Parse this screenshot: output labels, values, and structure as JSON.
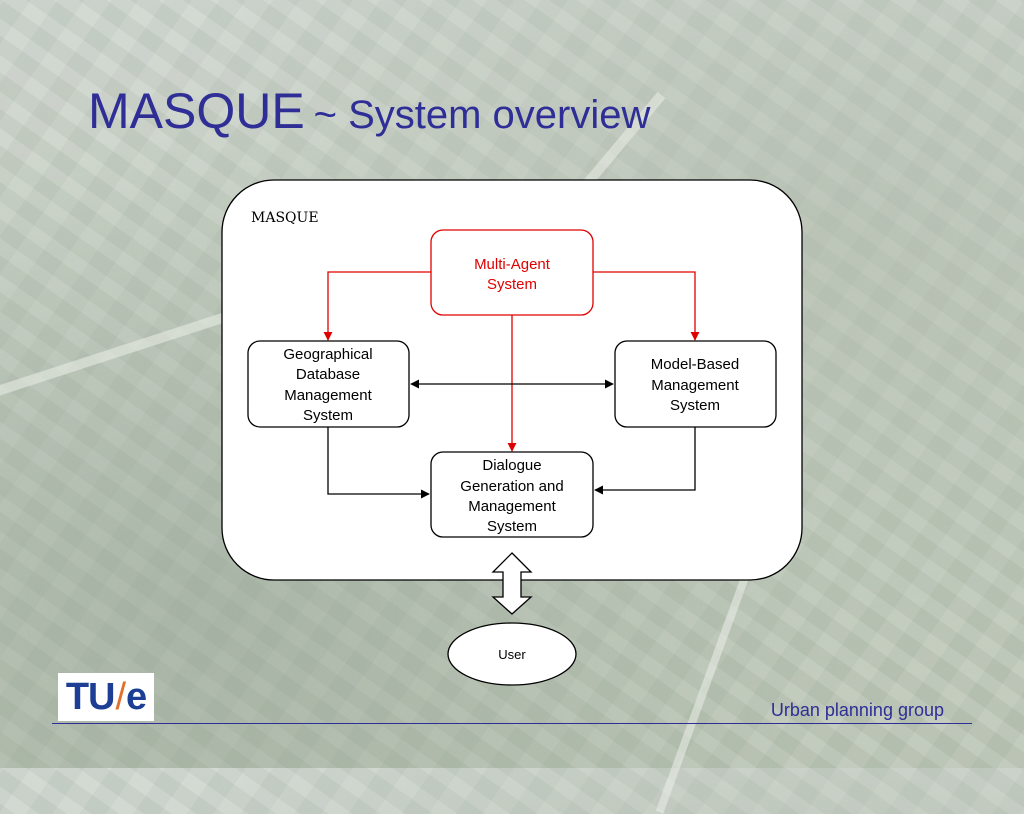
{
  "slide": {
    "title_main": "MASQUE",
    "title_sub": "~ System overview",
    "footer": "Urban planning group"
  },
  "logo": {
    "part1": "TU",
    "slash": "/",
    "part2": "e"
  },
  "diagram": {
    "container_label": "MASQUE",
    "nodes": {
      "multi_agent": [
        "Multi-Agent",
        "System"
      ],
      "geo_db": [
        "Geographical",
        "Database",
        "Management",
        "System"
      ],
      "model_based": [
        "Model-Based",
        "Management",
        "System"
      ],
      "dialogue": [
        "Dialogue",
        "Generation and",
        "Management",
        "System"
      ],
      "user": [
        "User"
      ]
    },
    "colors": {
      "title": "#2e2e96",
      "highlight": "#e00000",
      "line": "#000000"
    }
  }
}
